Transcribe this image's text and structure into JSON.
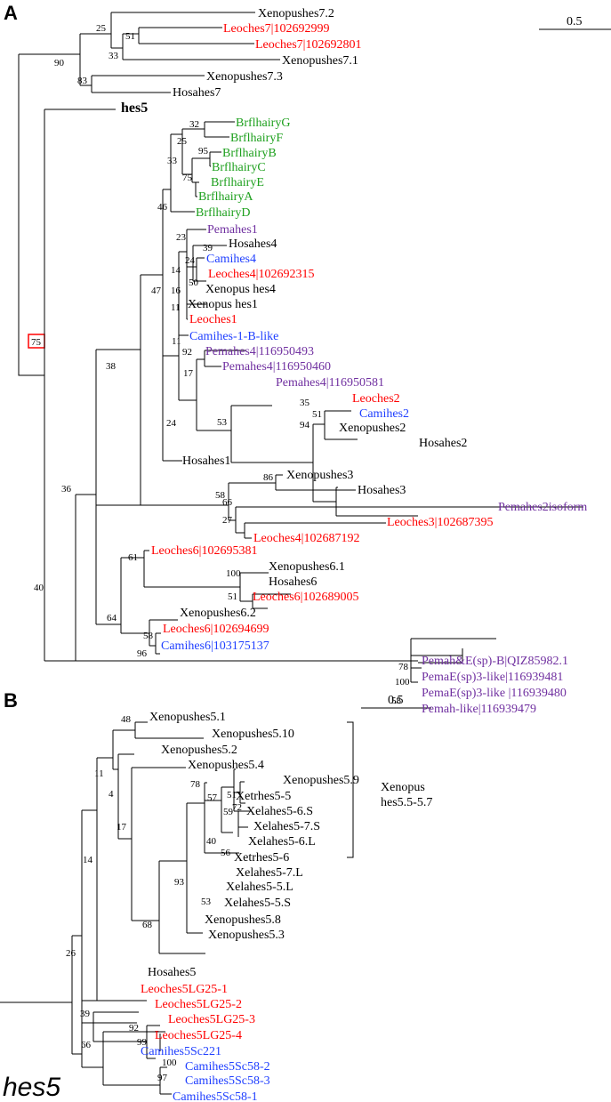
{
  "colors": {
    "black": "#000000",
    "red": "#ff0000",
    "green": "#1ea01e",
    "blue": "#1f3fff",
    "purple": "#7030a0"
  },
  "panelA": {
    "panel_label": "A",
    "scale_bar": "0.5",
    "hes5_label": "hes5",
    "highlight_support": "75",
    "labels": [
      {
        "text": "Xenopushes7.2",
        "color": "black"
      },
      {
        "text": "Leoches7|102692999",
        "color": "red"
      },
      {
        "text": "Leoches7|102692801",
        "color": "red"
      },
      {
        "text": "Xenopushes7.1",
        "color": "black"
      },
      {
        "text": "Xenopushes7.3",
        "color": "black"
      },
      {
        "text": "Hosahes7",
        "color": "black"
      },
      {
        "text": "BrflhairyG",
        "color": "green"
      },
      {
        "text": "BrflhairyF",
        "color": "green"
      },
      {
        "text": "BrflhairyB",
        "color": "green"
      },
      {
        "text": "BrflhairyC",
        "color": "green"
      },
      {
        "text": "BrflhairyE",
        "color": "green"
      },
      {
        "text": "BrflhairyA",
        "color": "green"
      },
      {
        "text": "BrflhairyD",
        "color": "green"
      },
      {
        "text": "Pemahes1",
        "color": "purple"
      },
      {
        "text": "Hosahes4",
        "color": "black"
      },
      {
        "text": "Camihes4",
        "color": "blue"
      },
      {
        "text": "Leoches4|102692315",
        "color": "red"
      },
      {
        "text": "Xenopus hes4",
        "color": "black"
      },
      {
        "text": "Xenopus hes1",
        "color": "black"
      },
      {
        "text": "Leoches1",
        "color": "red"
      },
      {
        "text": "Camihes-1-B-like",
        "color": "blue"
      },
      {
        "text": "Pemahes4|116950493",
        "color": "purple"
      },
      {
        "text": "Pemahes4|116950460",
        "color": "purple"
      },
      {
        "text": "Pemahes4|116950581",
        "color": "purple"
      },
      {
        "text": "Leoches2",
        "color": "red"
      },
      {
        "text": "Camihes2",
        "color": "blue"
      },
      {
        "text": "Xenopushes2",
        "color": "black"
      },
      {
        "text": "Hosahes2",
        "color": "black"
      },
      {
        "text": "Hosahes1",
        "color": "black"
      },
      {
        "text": "Xenopushes3",
        "color": "black"
      },
      {
        "text": "Hosahes3",
        "color": "black"
      },
      {
        "text": "Pemahes2isoform",
        "color": "purple"
      },
      {
        "text": "Leoches3|102687395",
        "color": "red"
      },
      {
        "text": "Leoches4|102687192",
        "color": "red"
      },
      {
        "text": "Leoches6|102695381",
        "color": "red"
      },
      {
        "text": "Xenopushes6.1",
        "color": "black"
      },
      {
        "text": "Hosahes6",
        "color": "black"
      },
      {
        "text": "Leoches6|102689005",
        "color": "red"
      },
      {
        "text": "Xenopushes6.2",
        "color": "black"
      },
      {
        "text": "Leoches6|102694699",
        "color": "red"
      },
      {
        "text": "Camihes6|103175137",
        "color": "blue"
      },
      {
        "text": "Pemah&E(sp)-B|QIZ85982.1",
        "color": "purple"
      },
      {
        "text": "PemaE(sp)3-like|116939481",
        "color": "purple"
      },
      {
        "text": "PemaE(sp)3-like |116939480",
        "color": "purple"
      },
      {
        "text": "Pemah-like|116939479",
        "color": "purple"
      }
    ],
    "support": [
      "25",
      "51",
      "33",
      "90",
      "83",
      "32",
      "25",
      "95",
      "33",
      "75",
      "46",
      "23",
      "39",
      "24",
      "14",
      "50",
      "16",
      "11",
      "47",
      "11",
      "92",
      "17",
      "53",
      "35",
      "51",
      "94",
      "24",
      "38",
      "86",
      "58",
      "66",
      "27",
      "36",
      "61",
      "100",
      "51",
      "64",
      "58",
      "96",
      "40",
      "78",
      "100",
      "58"
    ]
  },
  "panelB": {
    "panel_label": "B",
    "scale_bar": "0.5",
    "gene_label": "hes5",
    "bracket_label": [
      "Xenopus",
      "hes5.5-5.7"
    ],
    "labels": [
      {
        "text": "Xenopushes5.1",
        "color": "black"
      },
      {
        "text": "Xenopushes5.10",
        "color": "black"
      },
      {
        "text": "Xenopushes5.2",
        "color": "black"
      },
      {
        "text": "Xenopushes5.4",
        "color": "black"
      },
      {
        "text": "Xenopushes5.9",
        "color": "black"
      },
      {
        "text": "Xetrhes5-5",
        "color": "black"
      },
      {
        "text": "Xelahes5-6.S",
        "color": "black"
      },
      {
        "text": "Xelahes5-7.S",
        "color": "black"
      },
      {
        "text": "Xelahes5-6.L",
        "color": "black"
      },
      {
        "text": "Xetrhes5-6",
        "color": "black"
      },
      {
        "text": "Xelahes5-7.L",
        "color": "black"
      },
      {
        "text": "Xelahes5-5.L",
        "color": "black"
      },
      {
        "text": "Xelahes5-5.S",
        "color": "black"
      },
      {
        "text": "Xenopushes5.8",
        "color": "black"
      },
      {
        "text": "Xenopushes5.3",
        "color": "black"
      },
      {
        "text": "Hosahes5",
        "color": "black"
      },
      {
        "text": "Leoches5LG25-1",
        "color": "red"
      },
      {
        "text": "Leoches5LG25-2",
        "color": "red"
      },
      {
        "text": "Leoches5LG25-3",
        "color": "red"
      },
      {
        "text": "Leoches5LG25-4",
        "color": "red"
      },
      {
        "text": "Camihes5Sc221",
        "color": "blue"
      },
      {
        "text": "Camihes5Sc58-2",
        "color": "blue"
      },
      {
        "text": "Camihes5Sc58-3",
        "color": "blue"
      },
      {
        "text": "Camihes5Sc58-1",
        "color": "blue"
      }
    ],
    "support": [
      "48",
      "11",
      "4",
      "17",
      "14",
      "78",
      "57",
      "51",
      "72",
      "59",
      "40",
      "56",
      "53",
      "93",
      "68",
      "26",
      "92",
      "99",
      "39",
      "66",
      "100",
      "97"
    ]
  }
}
